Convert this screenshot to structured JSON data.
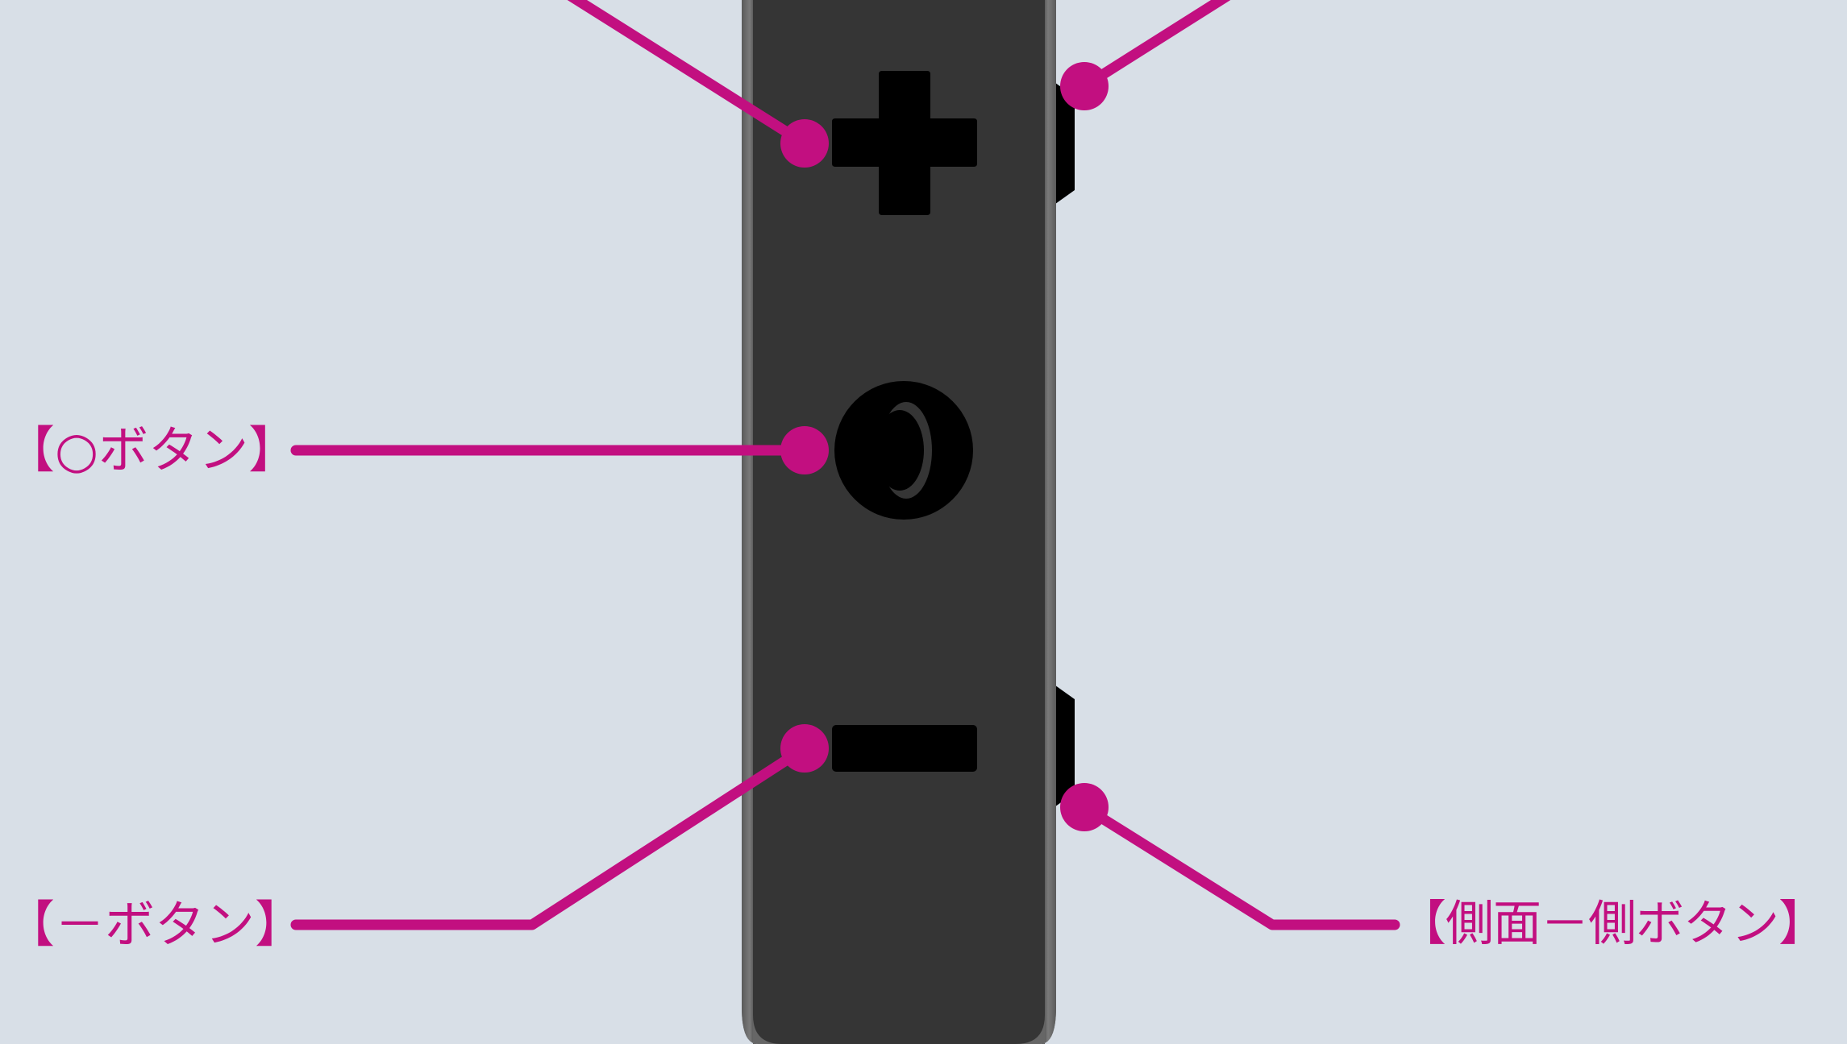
{
  "colors": {
    "background": "#d8dfe7",
    "accent": "#c20f80",
    "device_body": "#353535",
    "device_edge": "#666666",
    "button": "#000000"
  },
  "labels": {
    "o_button": "【○ボタン】",
    "minus_button": "【－ボタン】",
    "side_minus_button": "【側面－側ボタン】"
  },
  "icons": {
    "plus_button": "plus-icon",
    "o_button": "moon-circle-icon",
    "minus_button": "minus-icon"
  }
}
